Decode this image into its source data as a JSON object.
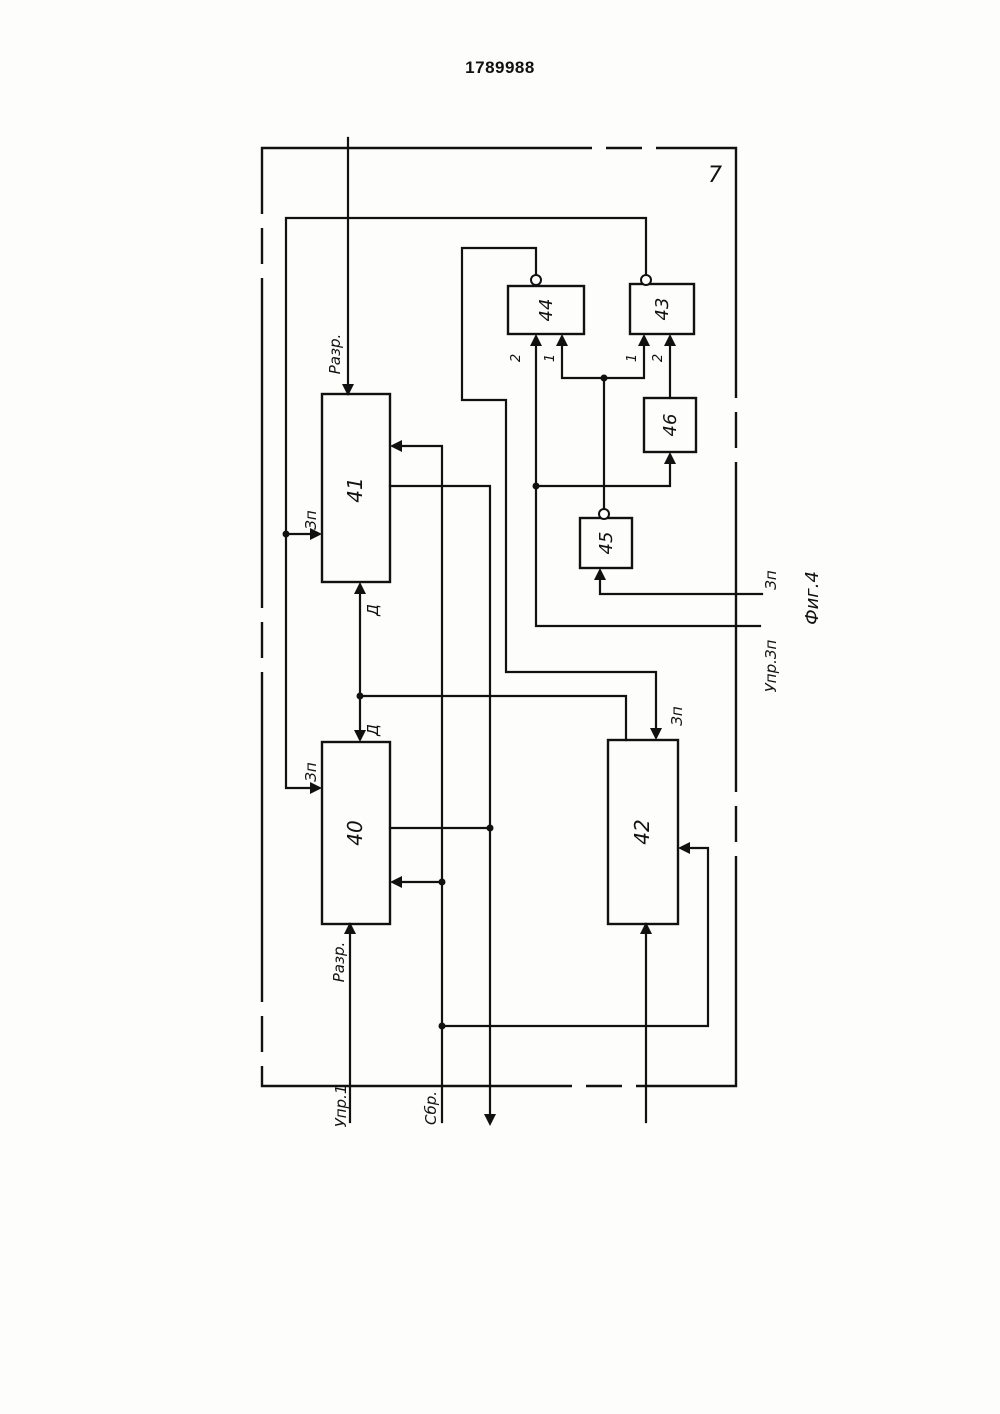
{
  "header": {
    "patent_number": "1789988"
  },
  "figure": {
    "caption": "Фиг.4",
    "unit_number": "7",
    "blocks": [
      {
        "id": "40",
        "label": "40"
      },
      {
        "id": "41",
        "label": "41"
      },
      {
        "id": "42",
        "label": "42"
      },
      {
        "id": "43",
        "label": "43"
      },
      {
        "id": "44",
        "label": "44"
      },
      {
        "id": "45",
        "label": "45"
      },
      {
        "id": "46",
        "label": "46"
      }
    ],
    "port_labels": {
      "zp": "Зп",
      "d": "Д",
      "razr_top": "Разр.",
      "razr_bottom": "Разр.",
      "pin1": "1",
      "pin2": "2"
    },
    "signal_labels": {
      "upr1": "Упр.1",
      "sbr": "Сбр.",
      "zp_in": "Зп",
      "upr_zp": "Упр.Зп"
    }
  }
}
